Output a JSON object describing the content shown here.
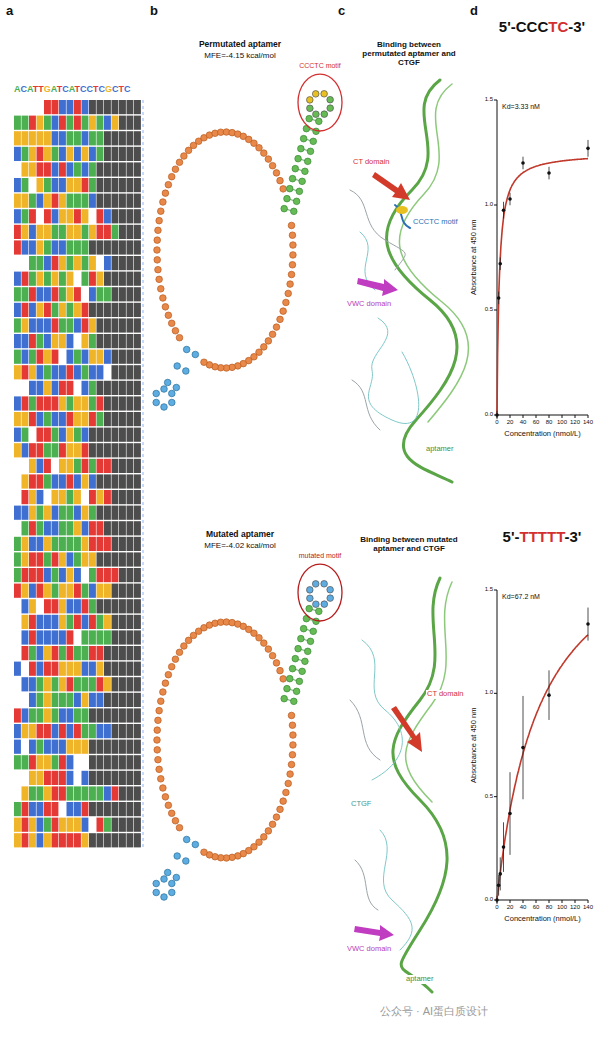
{
  "diagram": {
    "nodes": [
      {
        "text": [
          "CCCTC motif"
        ]
      },
      {
        "text": [
          "mutated motif"
        ]
      }
    ],
    "labels": [
      "a",
      "b",
      "c",
      "d",
      "ACATTGATCATCCTCGCTC",
      "Permutated aptamer",
      "MFE=-4.15 kcal/mol",
      "Mutated aptamer",
      "MFE=-4.02 kcal/mol",
      "Binding between permutated aptamer and CTGF",
      "CT domain",
      "CCCTC motif",
      "VWC domain",
      "aptamer",
      "Binding between mutated aptamer and CTGF",
      "CT domain",
      "VWC domain",
      "CTGF",
      "aptamer",
      "5'-CCCTC-3'",
      "Kd=3.33 nM",
      "Absorbance at 450 nm",
      "Concentration (nmol/L)",
      "0",
      "20",
      "40",
      "60",
      "80",
      "100",
      "120",
      "140",
      "0.0",
      "0.5",
      "1.0",
      "1.5",
      "5'-TTTTT-3'",
      "Kd=67.2 nM",
      "Absorbance at 450 nm",
      "Concentration (nmol/L)",
      "0",
      "20",
      "40",
      "60",
      "80",
      "100",
      "120",
      "140",
      "0.0",
      "0.5",
      "1.0",
      "1.5",
      "公众号 · AI蛋白质设计"
    ]
  }
}
